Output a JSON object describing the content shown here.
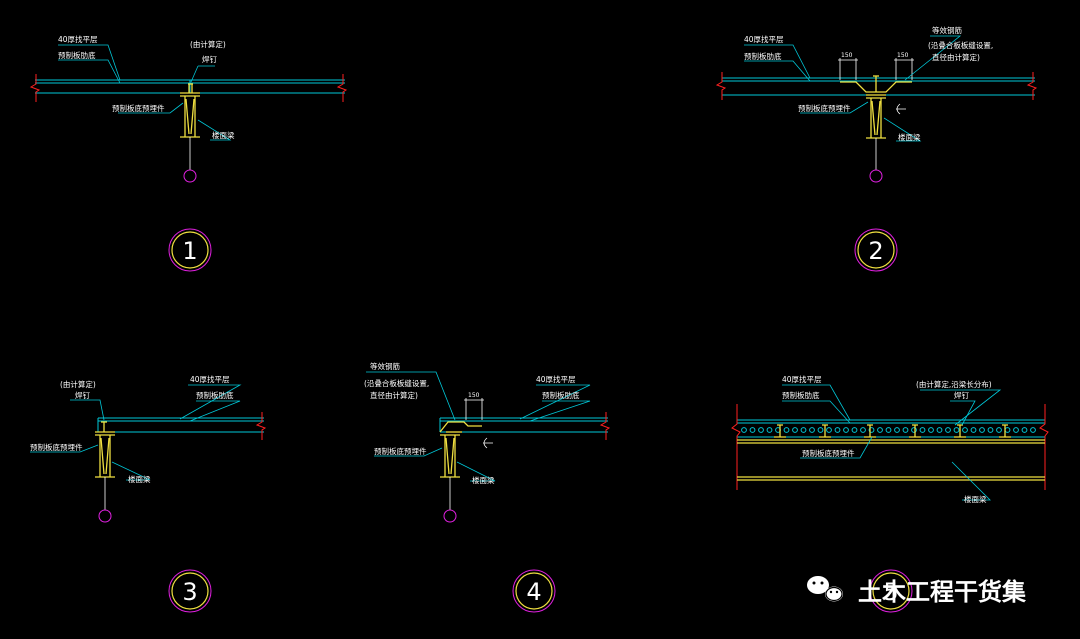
{
  "colors": {
    "background": "#000000",
    "slab": "#00c8d8",
    "steel": "#f0e040",
    "break_mark": "#ff2020",
    "bubble": "#e020e0",
    "text": "#ffffff"
  },
  "details": [
    {
      "number": "1",
      "labels": {
        "topping": "40厚找平层",
        "slab_bottom": "预制板肋底",
        "stud_note": "(由计算定)",
        "stud": "焊钉",
        "embed": "预制板底预埋件",
        "beam": "楼面梁"
      }
    },
    {
      "number": "2",
      "labels": {
        "topping": "40厚找平层",
        "slab_bottom": "预制板肋底",
        "rebar": "等效钢筋",
        "rebar_note1": "(沿叠合板板缝设置,",
        "rebar_note2": "直径由计算定)",
        "dim_left": "150",
        "dim_right": "150",
        "embed": "预制板底预埋件",
        "beam": "楼面梁"
      }
    },
    {
      "number": "3",
      "labels": {
        "stud_note": "(由计算定)",
        "stud": "焊钉",
        "topping": "40厚找平层",
        "slab_bottom": "预制板肋底",
        "embed": "预制板底预埋件",
        "beam": "楼面梁"
      }
    },
    {
      "number": "4",
      "labels": {
        "rebar": "等效钢筋",
        "rebar_note1": "(沿叠合板板缝设置,",
        "rebar_note2": "直径由计算定)",
        "dim": "150",
        "topping": "40厚找平层",
        "slab_bottom": "预制板肋底",
        "embed": "预制板底预埋件",
        "beam": "楼面梁"
      }
    },
    {
      "number": "5",
      "labels": {
        "topping": "40厚找平层",
        "stud_note": "(由计算定,沿梁长分布)",
        "slab_bottom": "预制板肋底",
        "stud": "焊钉",
        "embed": "预制板底预埋件",
        "beam": "楼面梁"
      }
    }
  ],
  "watermark": {
    "text": "土木工程干货集",
    "icon": "wechat-icon"
  }
}
